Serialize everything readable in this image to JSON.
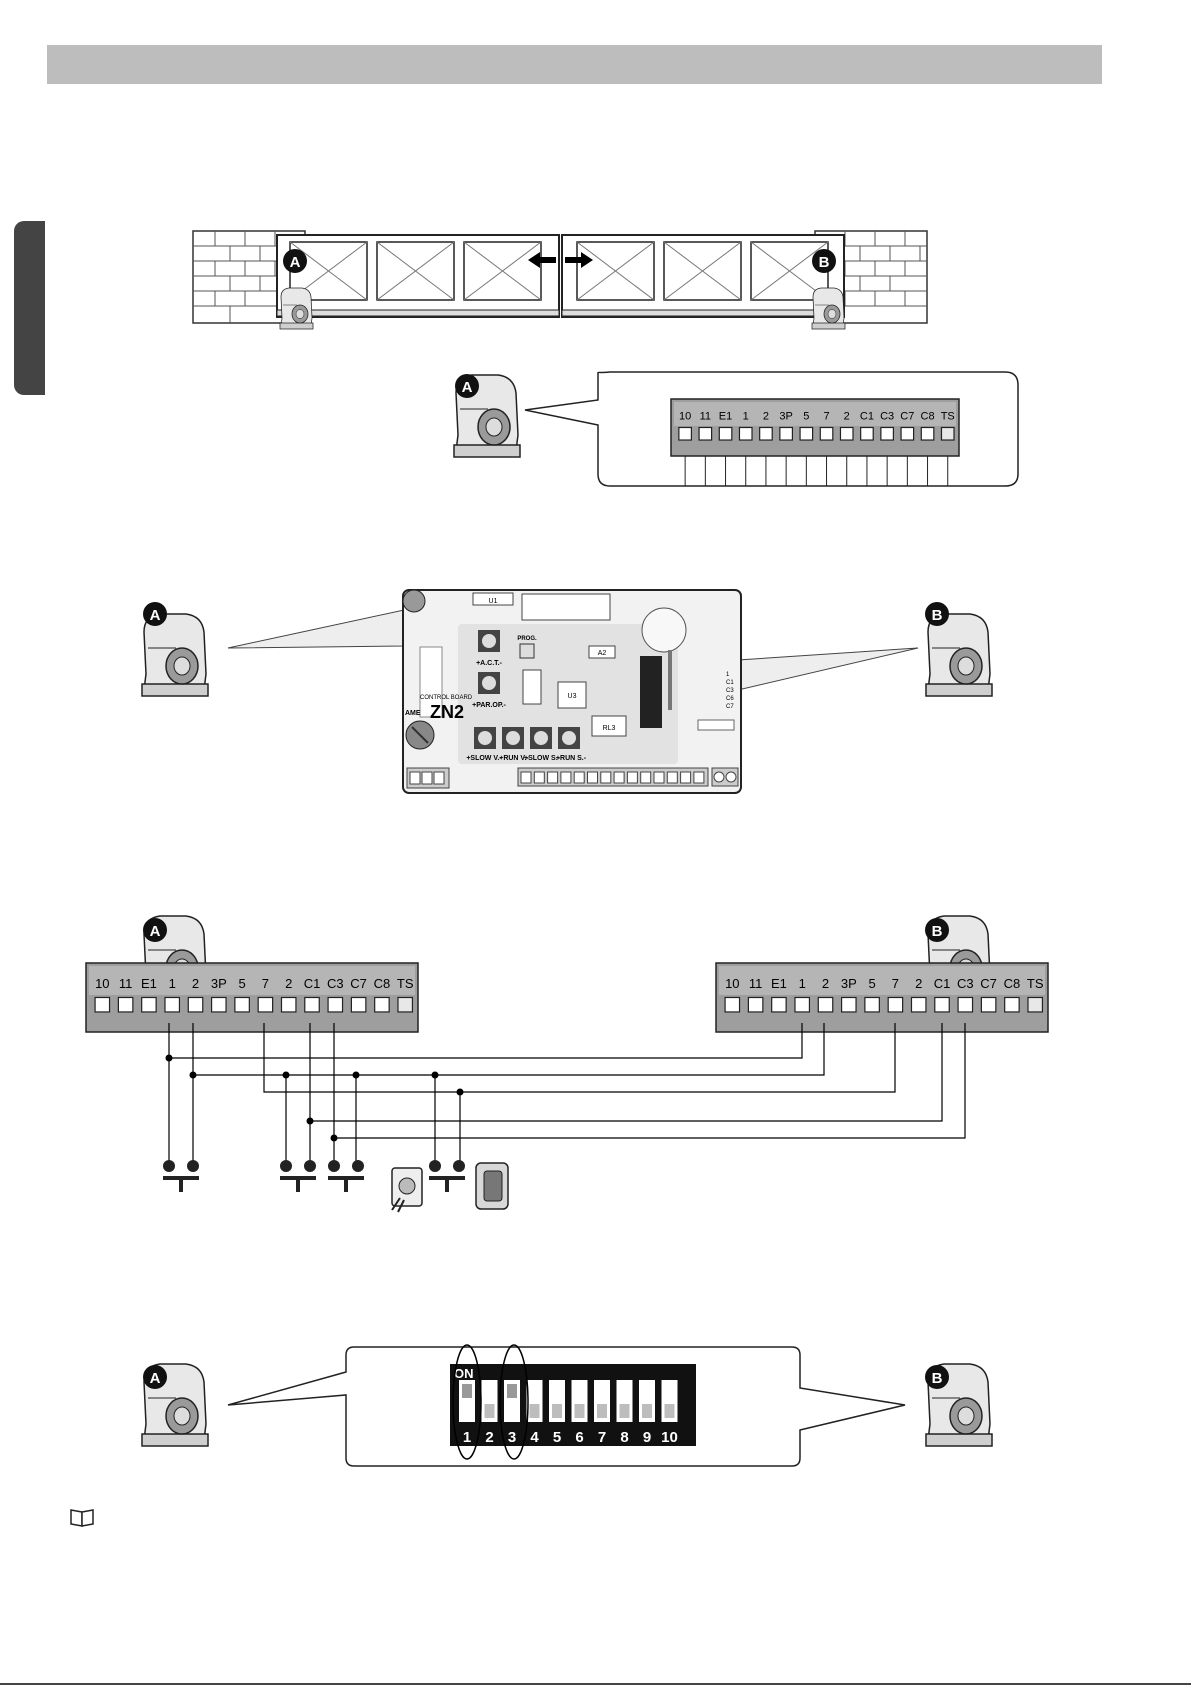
{
  "markers": {
    "a": "A",
    "b": "B"
  },
  "terminals": [
    "10",
    "11",
    "E1",
    "1",
    "2",
    "3P",
    "5",
    "7",
    "2",
    "C1",
    "C3",
    "C7",
    "C8",
    "TS"
  ],
  "board": {
    "control_board": "CONTROL BOARD",
    "model": "ZN2",
    "brand": "AME",
    "prog": "PROG.",
    "act": "+A.C.T.-",
    "parop": "+PAR.OP.-",
    "slow_v": "+SLOW V.-",
    "run_v": "+RUN V.-",
    "slow_s": "+SLOW S.-",
    "run_s": "+RUN S.-",
    "chip_u1": "U1",
    "chip_u3": "U3",
    "chip_rl3": "RL3",
    "chip_a": "A2",
    "side_labels": [
      "1",
      "C1",
      "C3",
      "C6",
      "C7"
    ]
  },
  "dip": {
    "on_label": "ON",
    "numbers": [
      "1",
      "2",
      "3",
      "4",
      "5",
      "6",
      "7",
      "8",
      "9",
      "10"
    ],
    "highlighted": [
      "1",
      "3"
    ],
    "on_switches": [
      "1",
      "3"
    ]
  },
  "icons": [
    "gate-diagram",
    "motor-a-icon",
    "motor-b-icon",
    "control-board",
    "key-switch-icon",
    "push-button-icon",
    "selector-device-icon",
    "manual-book-icon"
  ]
}
